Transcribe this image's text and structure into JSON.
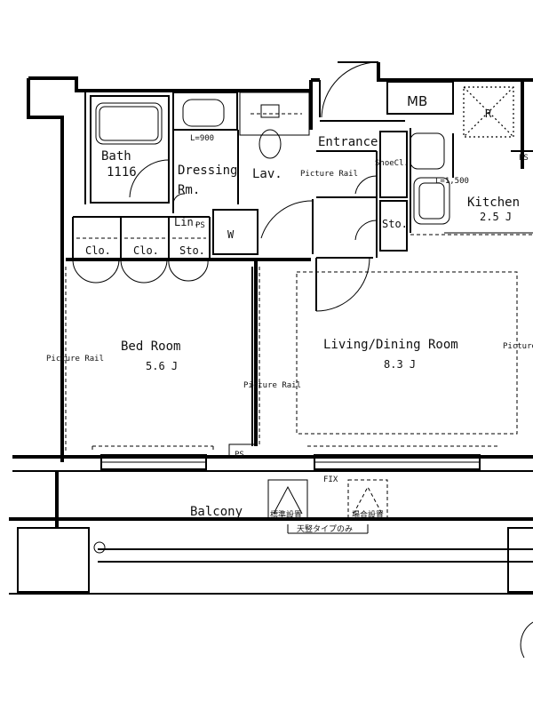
{
  "rooms": {
    "bath": "Bath",
    "bath_size": "1116",
    "dressing": "Dressing",
    "dressing_rm": "Rm.",
    "lav": "Lav.",
    "entrance": "Entrance",
    "mb": "MB",
    "kitchen": "Kitchen",
    "kitchen_size": "2.5 J",
    "bedroom": "Bed Room",
    "bedroom_size": "5.6 J",
    "living": "Living/Dining Room",
    "living_size": "8.3 J",
    "balcony": "Balcony"
  },
  "storage": {
    "clo1": "Clo.",
    "clo2": "Clo.",
    "sto_bed": "Sto.",
    "sto_entry": "Sto.",
    "lin": "Lin.",
    "ps_lin": "PS",
    "shoe": "ShoeCl.",
    "ps_kitchen": "PS",
    "ps_bed": "PS",
    "fix": "FIX"
  },
  "notes": {
    "l900": "L=900",
    "l1500": "L=1,500",
    "pr_entrance": "Picture Rail",
    "pr_bed": "Picture Rail",
    "pr_mid": "Picture Rail",
    "pr_right": "Picture Rail",
    "ac_left": "標準設置",
    "ac_right": "場合設置",
    "ac_type": "天竪タイプのみ",
    "wm_symbol": "W",
    "r_symbol": "R"
  }
}
